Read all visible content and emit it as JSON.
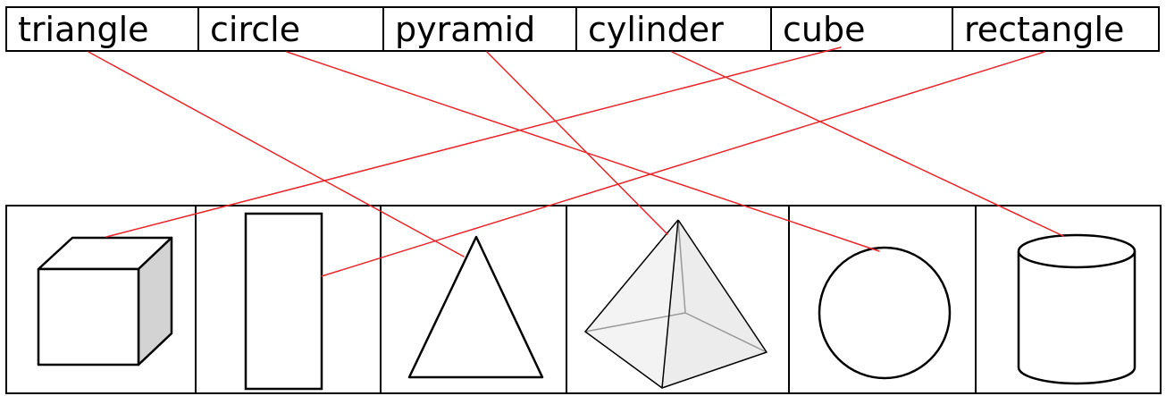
{
  "words": [
    "triangle",
    "circle",
    "pyramid",
    "cylinder",
    "cube",
    "rectangle"
  ],
  "shapes": [
    "cube",
    "rectangle",
    "triangle",
    "pyramid",
    "circle",
    "cylinder"
  ],
  "matches": [
    {
      "word": "triangle",
      "shape": "triangle"
    },
    {
      "word": "circle",
      "shape": "circle"
    },
    {
      "word": "pyramid",
      "shape": "pyramid"
    },
    {
      "word": "cylinder",
      "shape": "cylinder"
    },
    {
      "word": "cube",
      "shape": "cube"
    },
    {
      "word": "rectangle",
      "shape": "rectangle"
    }
  ],
  "colors": {
    "line": "#e8262b",
    "stroke": "#000000",
    "cube_side": "#d3d3d3",
    "pyramid_fill": "#f6f6f6",
    "pyramid_hidden": "#999999"
  }
}
